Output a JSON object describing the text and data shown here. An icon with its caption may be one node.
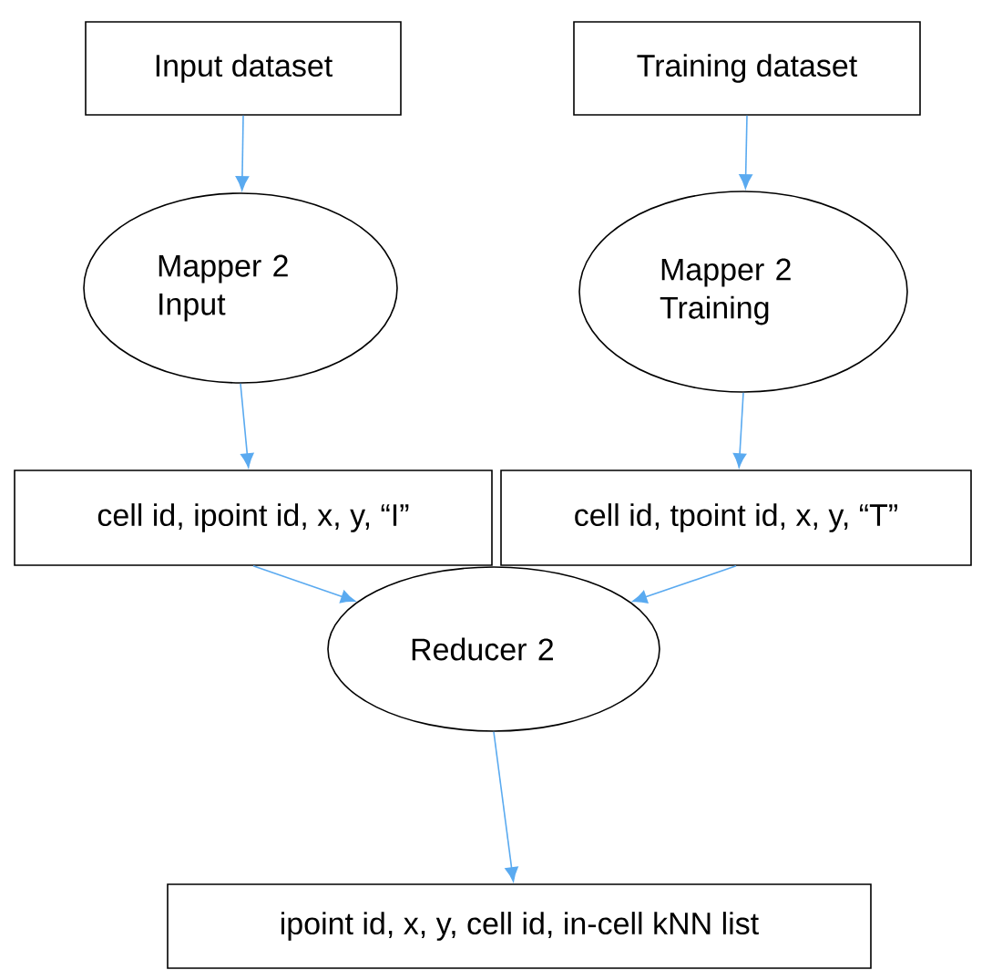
{
  "diagram": {
    "nodes": [
      {
        "text": [
          "Input dataset"
        ]
      },
      {
        "text": [
          "Training dataset"
        ]
      },
      {
        "text": [
          "Mapper 2 Input"
        ]
      },
      {
        "text": [
          "Mapper 2 Training"
        ]
      },
      {
        "text": [
          "cell id, ipoint id, x, y, “I”"
        ]
      },
      {
        "text": [
          "cell id, tpoint id, x, y, “T”"
        ]
      },
      {
        "text": [
          "Reducer 2"
        ]
      },
      {
        "text": [
          "ipoint id, x, y, cell id, in-cell kNN list"
        ]
      }
    ],
    "edges": [
      {
        "from": 0,
        "to": 2,
        "arrow": "to"
      },
      {
        "from": 1,
        "to": 3,
        "arrow": "to"
      },
      {
        "from": 2,
        "to": 4,
        "arrow": "to"
      },
      {
        "from": 3,
        "to": 5,
        "arrow": "to"
      },
      {
        "from": 4,
        "to": 6,
        "arrow": "to"
      },
      {
        "from": 5,
        "to": 6,
        "arrow": "to"
      },
      {
        "from": 6,
        "to": 7,
        "arrow": "to"
      }
    ]
  }
}
